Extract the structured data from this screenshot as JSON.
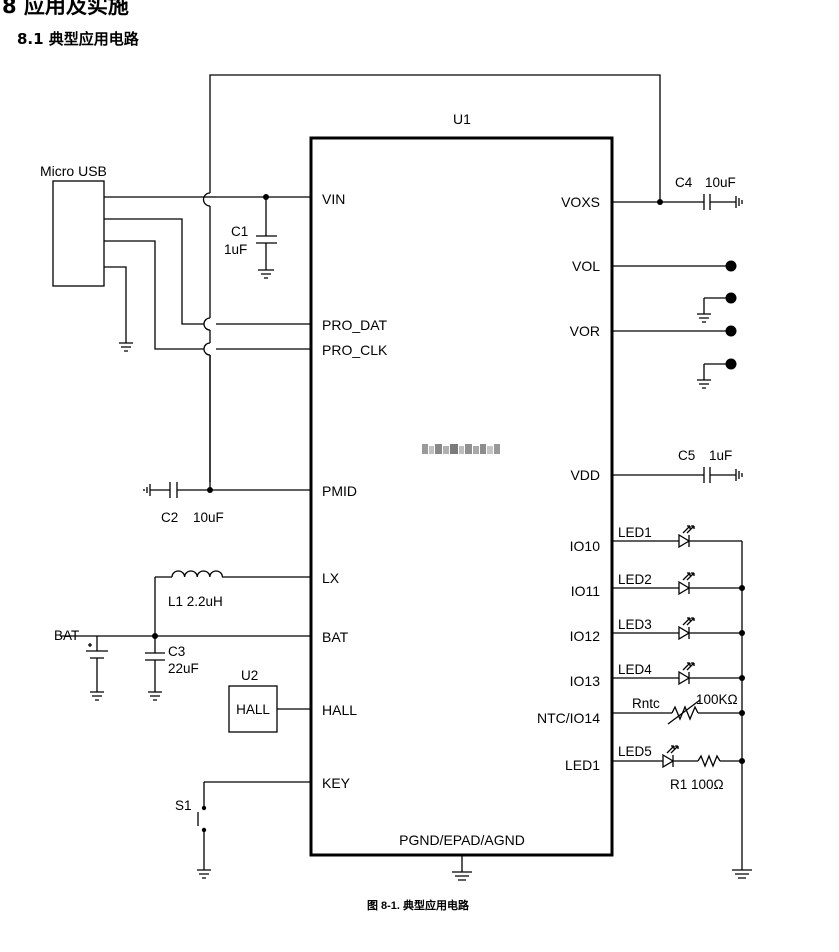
{
  "header": {
    "section_title": "8   应用及实施",
    "subsection_title": "8.1   典型应用电路"
  },
  "schematic": {
    "chip": {
      "ref": "U1",
      "part_number_blurred": "IP5XXX",
      "left_pins": [
        "VIN",
        "PRO_DAT",
        "PRO_CLK",
        "PMID",
        "LX",
        "BAT",
        "HALL",
        "KEY"
      ],
      "right_pins": [
        "VOXS",
        "VOL",
        "VOR",
        "VDD",
        "IO10",
        "IO11",
        "IO12",
        "IO13",
        "NTC/IO14",
        "LED1"
      ],
      "bottom_pin": "PGND/EPAD/AGND"
    },
    "connector": {
      "label": "Micro USB"
    },
    "components": {
      "c1_ref": "C1",
      "c1_val": "1uF",
      "c2_ref": "C2",
      "c2_val": "10uF",
      "c3_ref": "C3",
      "c3_val": "22uF",
      "c4_ref": "C4",
      "c4_val": "10uF",
      "c5_ref": "C5",
      "c5_val": "1uF",
      "l1": "L1  2.2uH",
      "bat": "BAT",
      "u2_ref": "U2",
      "u2_body": "HALL",
      "s1": "S1",
      "leds": [
        "LED1",
        "LED2",
        "LED3",
        "LED4",
        "LED5"
      ],
      "rntc_ref": "Rntc",
      "rntc_val": "100KΩ",
      "r1": "R1 100Ω"
    }
  },
  "caption": "图 8-1. 典型应用电路"
}
